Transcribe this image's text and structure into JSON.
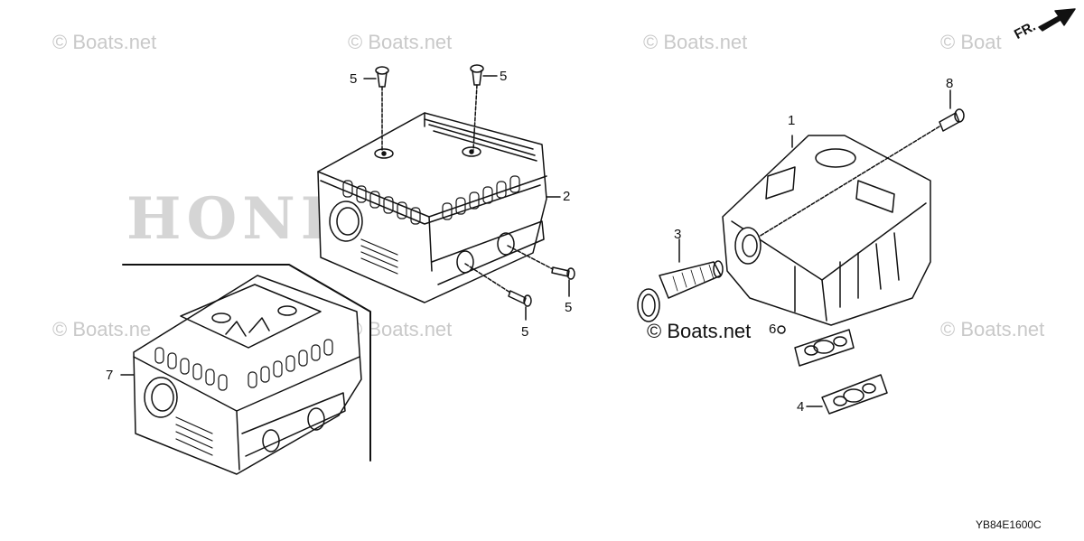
{
  "watermark": "© Boats.net",
  "watermark_partial_top_right": "© Boat",
  "watermark_partial_left": "© Boats.ne",
  "brand_background": "HONDA",
  "direction_label": "FR.",
  "diagram_code": "YB84E1600C",
  "callouts": [
    {
      "id": "callout-1",
      "label": "1"
    },
    {
      "id": "callout-2",
      "label": "2"
    },
    {
      "id": "callout-3",
      "label": "3"
    },
    {
      "id": "callout-4",
      "label": "4"
    },
    {
      "id": "callout-5a",
      "label": "5"
    },
    {
      "id": "callout-5b",
      "label": "5"
    },
    {
      "id": "callout-5c",
      "label": "5"
    },
    {
      "id": "callout-5d",
      "label": "5"
    },
    {
      "id": "callout-6",
      "label": "6"
    },
    {
      "id": "callout-7",
      "label": "7"
    },
    {
      "id": "callout-8",
      "label": "8"
    }
  ],
  "colors": {
    "line": "#111111",
    "watermark": "#c9c9c9",
    "background": "#ffffff"
  }
}
